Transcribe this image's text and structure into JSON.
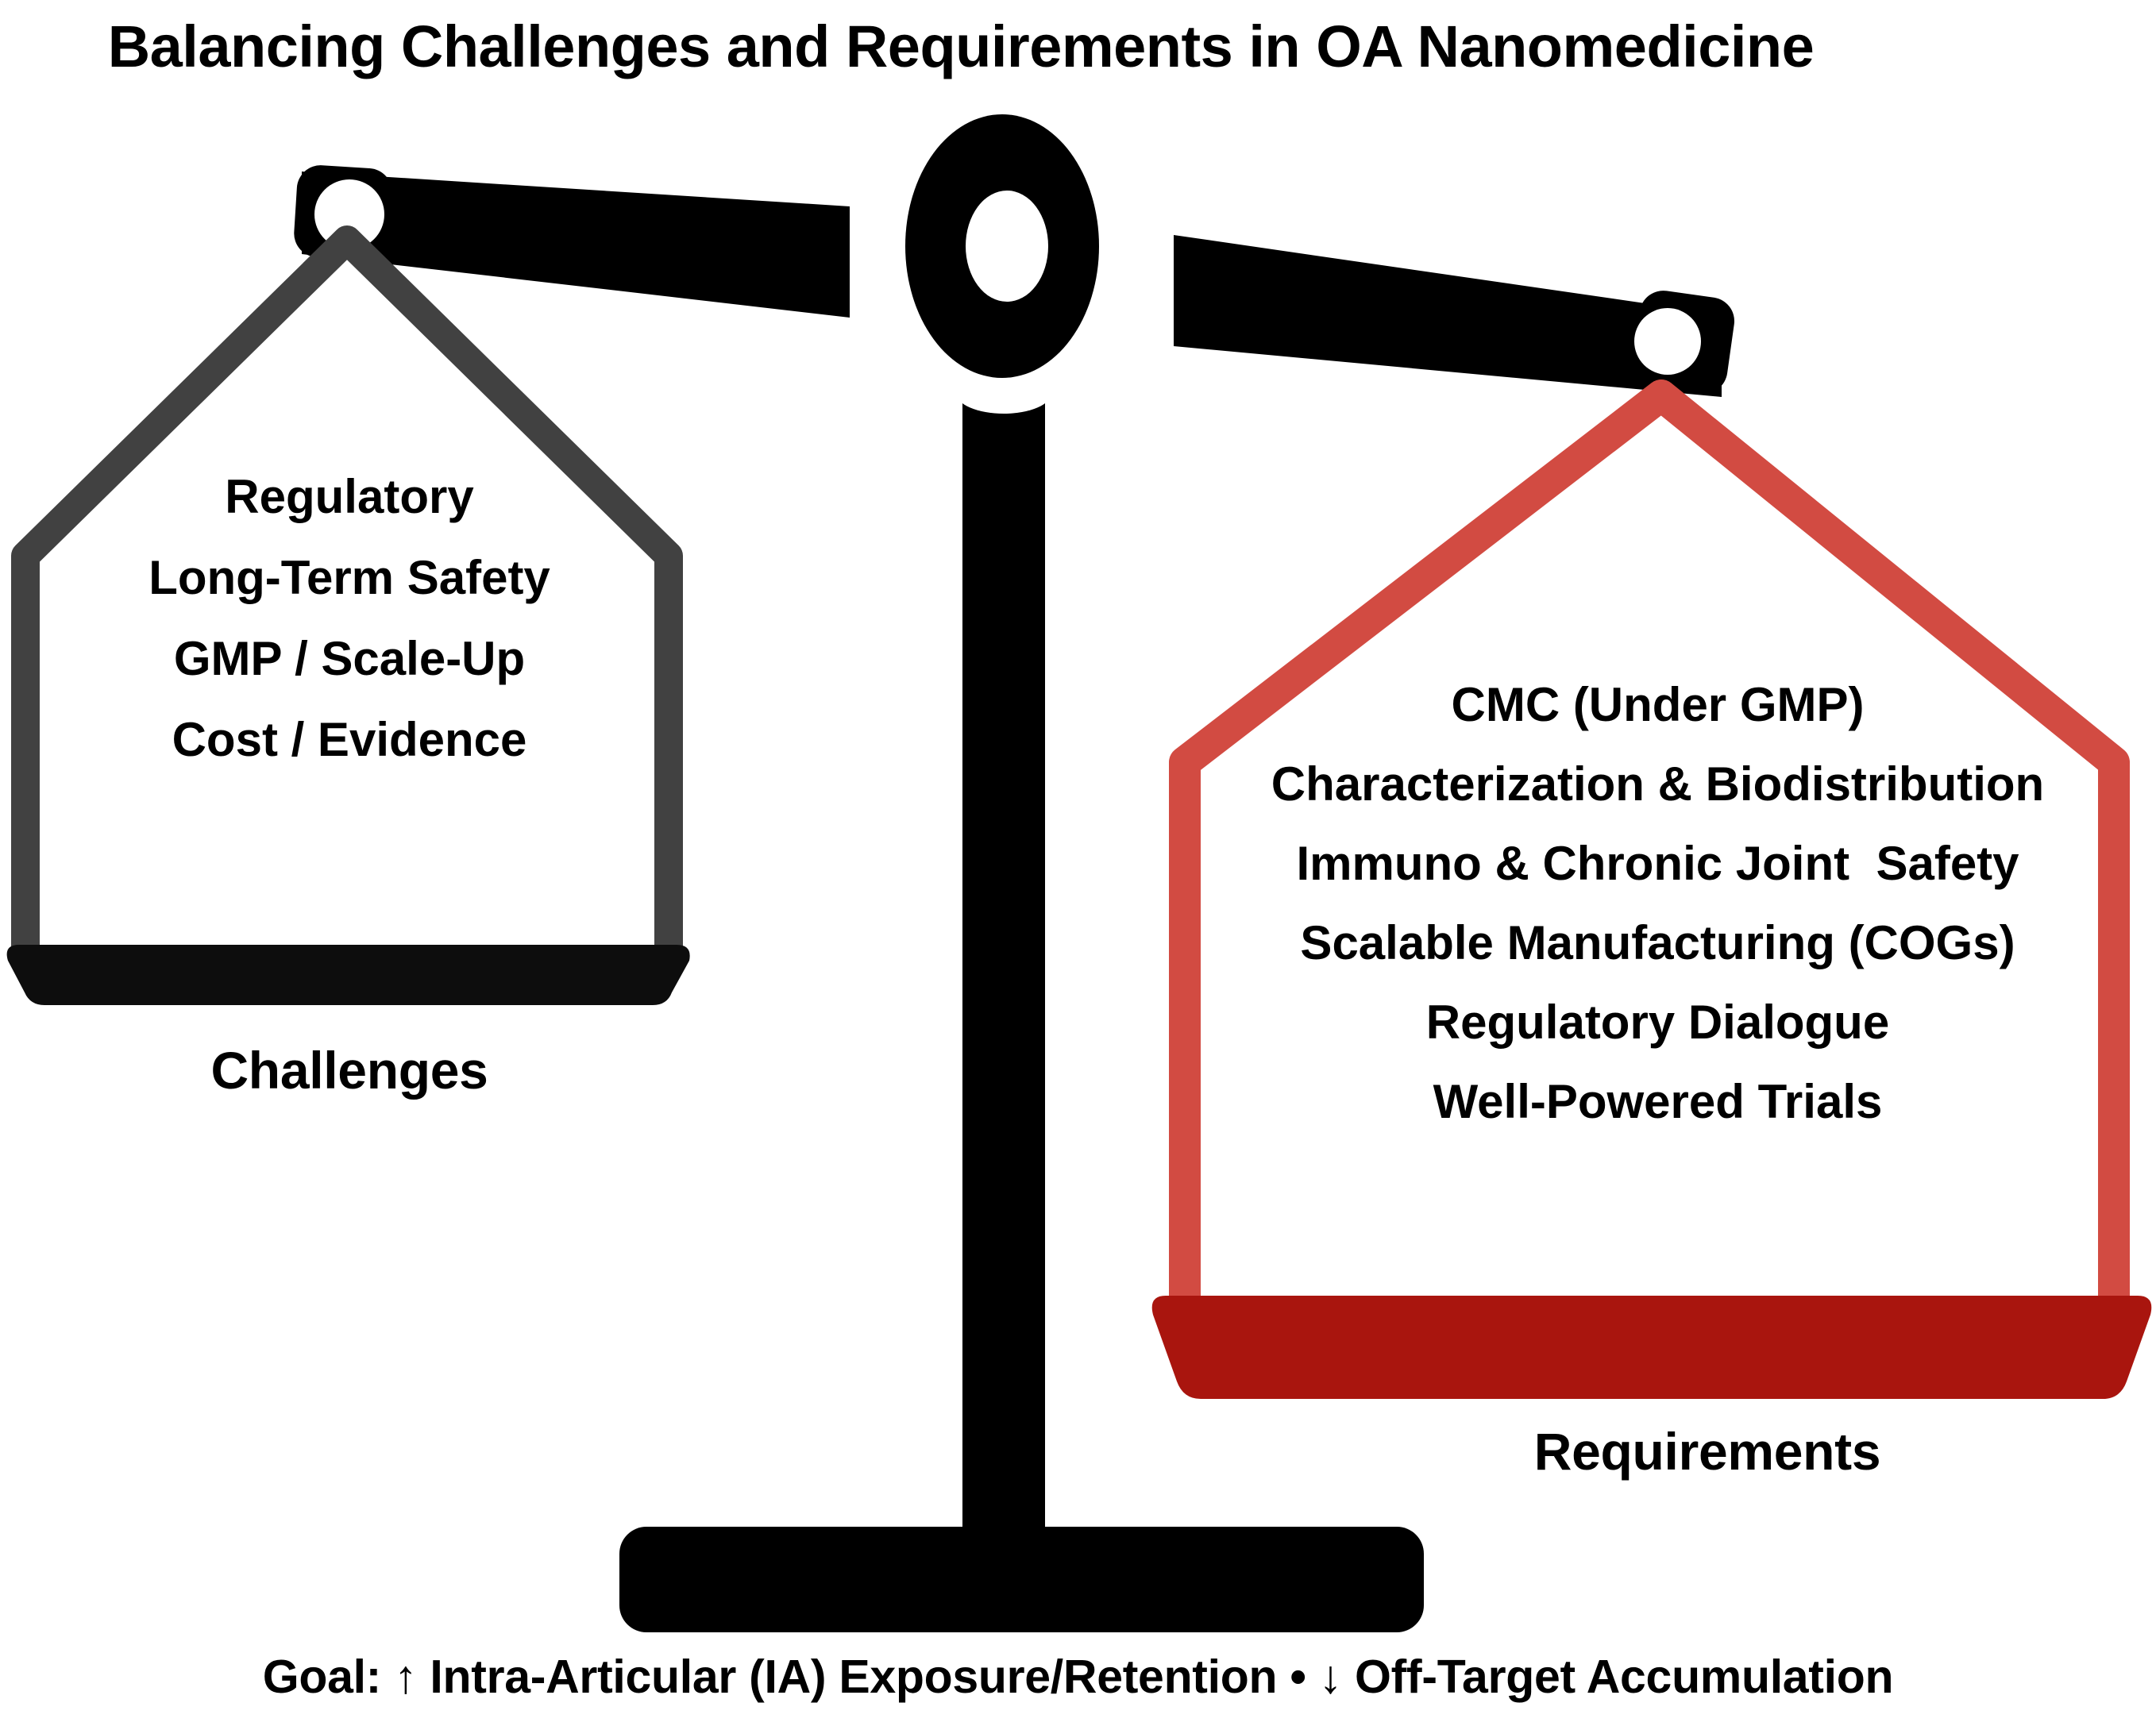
{
  "figure": {
    "title": "Balancing Challenges and Requirements in OA Nanomedicine",
    "caption": "Goal: ↑ Intra-Articular (IA) Exposure/Retention • ↓ Off-Target Accumulation"
  },
  "colors": {
    "beam_black": "#000000",
    "left_hanger_gray": "#414141",
    "left_pan_black": "#0d0d0d",
    "right_hanger_red": "#d24b42",
    "right_pan_dark_red": "#a9150e",
    "background": "#ffffff",
    "text": "#000000"
  },
  "left_pan": {
    "label": "Challenges",
    "items": [
      "Regulatory",
      "Long-Term Safety",
      "GMP / Scale-Up",
      "Cost / Evidence"
    ]
  },
  "right_pan": {
    "label": "Requirements",
    "items": [
      "CMC (Under GMP)",
      "Characterization & Biodistribution",
      "Immuno & Chronic Joint  Safety",
      "Scalable Manufacturing (COGs)",
      "Regulatory Dialogue",
      "Well-Powered Trials"
    ]
  },
  "chart_data": {
    "type": "diagram",
    "title": "Balancing Challenges and Requirements in OA Nanomedicine",
    "subtitle": "Goal: ↑ Intra-Articular (IA) Exposure/Retention • ↓ Off-Target Accumulation",
    "metaphor": "balance-scale",
    "tilt": "left pan raised, right pan lowered (right side heavier)",
    "pans": [
      {
        "side": "left",
        "name": "Challenges",
        "color": "#414141",
        "count": 4,
        "entries": [
          "Regulatory",
          "Long-Term Safety",
          "GMP / Scale-Up",
          "Cost / Evidence"
        ]
      },
      {
        "side": "right",
        "name": "Requirements",
        "color": "#d24b42",
        "count": 6,
        "entries": [
          "CMC (Under GMP)",
          "Characterization & Biodistribution",
          "Immuno & Chronic Joint  Safety",
          "Scalable Manufacturing (COGs)",
          "Regulatory Dialogue",
          "Well-Powered Trials"
        ]
      }
    ]
  }
}
